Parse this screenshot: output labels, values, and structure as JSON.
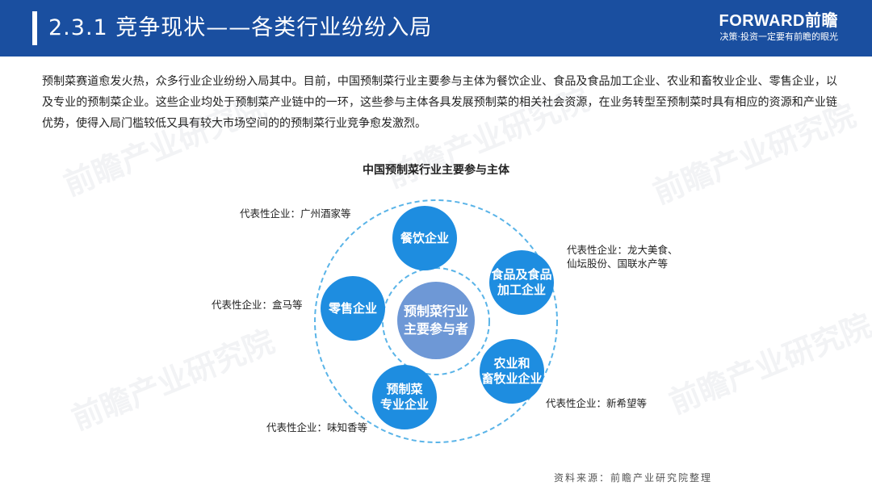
{
  "header": {
    "title": "2.3.1 竞争现状——各类行业纷纷入局",
    "brand_name": "FORWARD前瞻",
    "brand_slogan": "决策·投资一定要有前瞻的眼光"
  },
  "intro": "预制菜赛道愈发火热，众多行业企业纷纷入局其中。目前，中国预制菜行业主要参与主体为餐饮企业、食品及食品加工企业、农业和畜牧业企业、零售企业，以及专业的预制菜企业。这些企业均处于预制菜产业链中的一环，这些参与主体各具发展预制菜的相关社会资源，在业务转型至预制菜时具有相应的资源和产业链优势，使得入局门槛较低又具有较大市场空间的的预制菜行业竞争愈发激烈。",
  "diagram": {
    "title": "中国预制菜行业主要参与主体",
    "center": "预制菜行业\n主要参与者",
    "nodes": {
      "catering": "餐饮企业",
      "food": "食品及食品\n加工企业",
      "agri": "农业和\n畜牧业企业",
      "specialized": "预制菜\n专业企业",
      "retail": "零售企业"
    },
    "representatives": {
      "catering": "代表性企业：广州酒家等",
      "food": "代表性企业：龙大美食、仙坛股份、国联水产等",
      "agri": "代表性企业：新希望等",
      "specialized": "代表性企业：味知香等",
      "retail": "代表性企业：盒马等"
    }
  },
  "source": "资料来源：前瞻产业研究院整理",
  "watermark": "前瞻产业研究院",
  "colors": {
    "header": "#1a4fa0",
    "node": "#1e8de0",
    "center": "#6e98d6",
    "ring": "#5ab4e8"
  }
}
